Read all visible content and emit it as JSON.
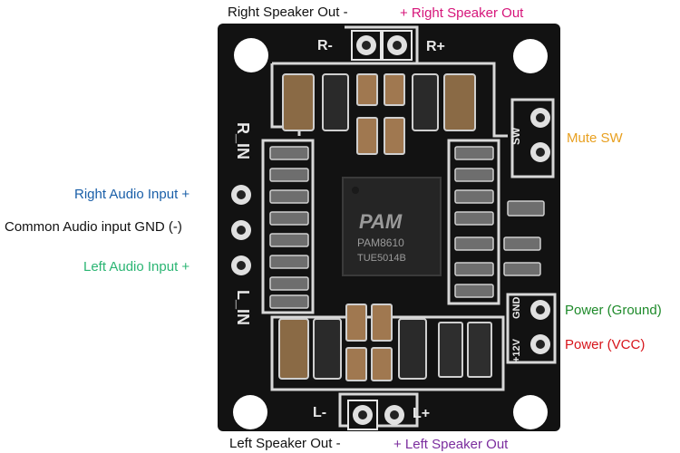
{
  "labels": {
    "right_out_neg": "Right Speaker Out -",
    "right_out_pos": "+ Right Speaker Out",
    "mute_sw": "Mute SW",
    "right_in": "Right Audio Input +",
    "common_gnd": "Common Audio input GND (-)",
    "left_in": "Left Audio Input +",
    "power_gnd": "Power (Ground)",
    "power_vcc": "Power (VCC)",
    "left_out_neg": "Left Speaker Out -",
    "left_out_pos": "+ Left Speaker Out"
  },
  "silk": {
    "r_minus": "R-",
    "r_plus": "R+",
    "l_minus": "L-",
    "l_plus": "L+",
    "sw": "SW",
    "r_in": "R_IN",
    "l_in": "L_IN",
    "gnd": "GND",
    "v12": "+12V"
  },
  "chip": {
    "logo": "PAM",
    "part": "PAM8610",
    "code": "TUE5014B"
  },
  "colors": {
    "right_out_pos": "#d6157a",
    "mute_sw": "#e8a020",
    "right_in": "#1a5fa8",
    "left_in": "#2bb573",
    "power_gnd": "#1e8a2a",
    "power_vcc": "#d7141a",
    "left_out_pos": "#7b2d9e"
  }
}
